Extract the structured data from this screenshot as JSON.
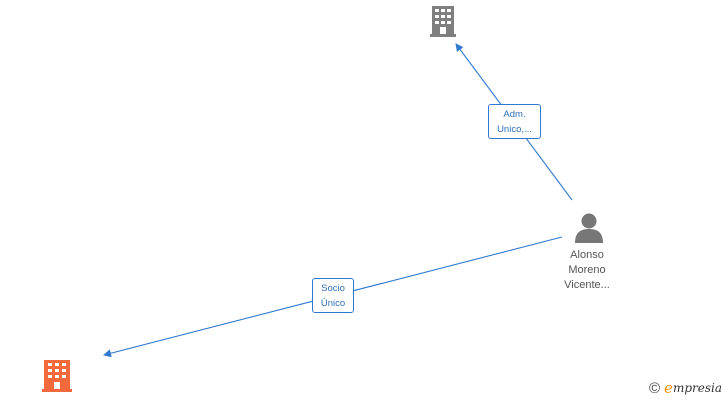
{
  "nodes": {
    "company_top": {
      "icon": "building-icon",
      "color": "#7f7f7f"
    },
    "company_bottom": {
      "icon": "building-icon",
      "color": "#f26a3c"
    },
    "person": {
      "icon": "person-icon",
      "color": "#777777",
      "name_lines": [
        "Alonso",
        "Moreno",
        "Vicente..."
      ]
    }
  },
  "edges": [
    {
      "label_lines": [
        "Adm.",
        "Unico,..."
      ]
    },
    {
      "label_lines": [
        "Socio",
        "Único"
      ]
    }
  ],
  "colors": {
    "edge": "#2f7ad0"
  },
  "footer": {
    "copyright_symbol": "©",
    "brand_first": "e",
    "brand_rest": "mpresia"
  }
}
